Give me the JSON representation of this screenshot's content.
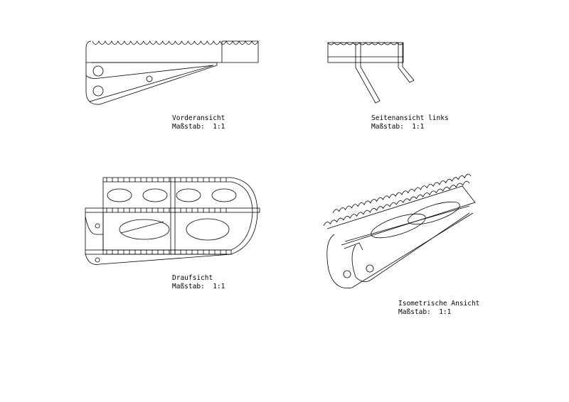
{
  "views": [
    {
      "name": "Vorderansicht",
      "scale": "Maßstab:  1:1"
    },
    {
      "name": "Seitenansicht links",
      "scale": "Maßstab:  1:1"
    },
    {
      "name": "Draufsicht",
      "scale": "Maßstab:  1:1"
    },
    {
      "name": "Isometrische Ansicht",
      "scale": "Maßstab:  1:1"
    }
  ]
}
